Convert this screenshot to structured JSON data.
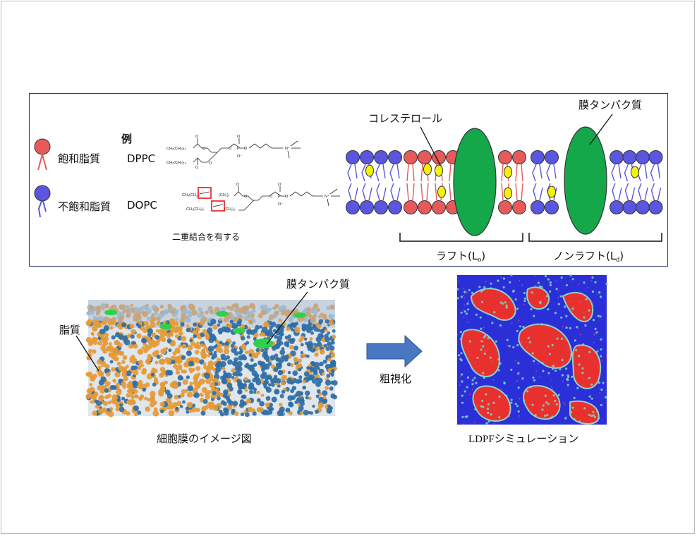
{
  "legend": {
    "example_header": "例",
    "saturated": {
      "label": "飽和脂質",
      "example": "DPPC",
      "color": "#e8595a"
    },
    "unsaturated": {
      "label": "不飽和脂質",
      "example": "DOPC",
      "color": "#5a56e0"
    },
    "double_bond_note": "二重結合を有する"
  },
  "membrane": {
    "cholesterol_label": "コレステロール",
    "protein_label": "膜タンパク質",
    "raft_label": "ラフト(L",
    "raft_sub": "o",
    "nonraft_label": "ノンラフト(L",
    "nonraft_sub": "d",
    "close_paren": ")",
    "protein_color": "#14a84b",
    "cholesterol_color": "#f2f20a"
  },
  "bottom": {
    "lipid_label": "脂質",
    "protein_label": "膜タンパク質",
    "left_caption": "細胞膜のイメージ図",
    "arrow_label": "粗視化",
    "right_caption": "LDPFシミュレーション",
    "arrow_color": "#4a77c2"
  }
}
